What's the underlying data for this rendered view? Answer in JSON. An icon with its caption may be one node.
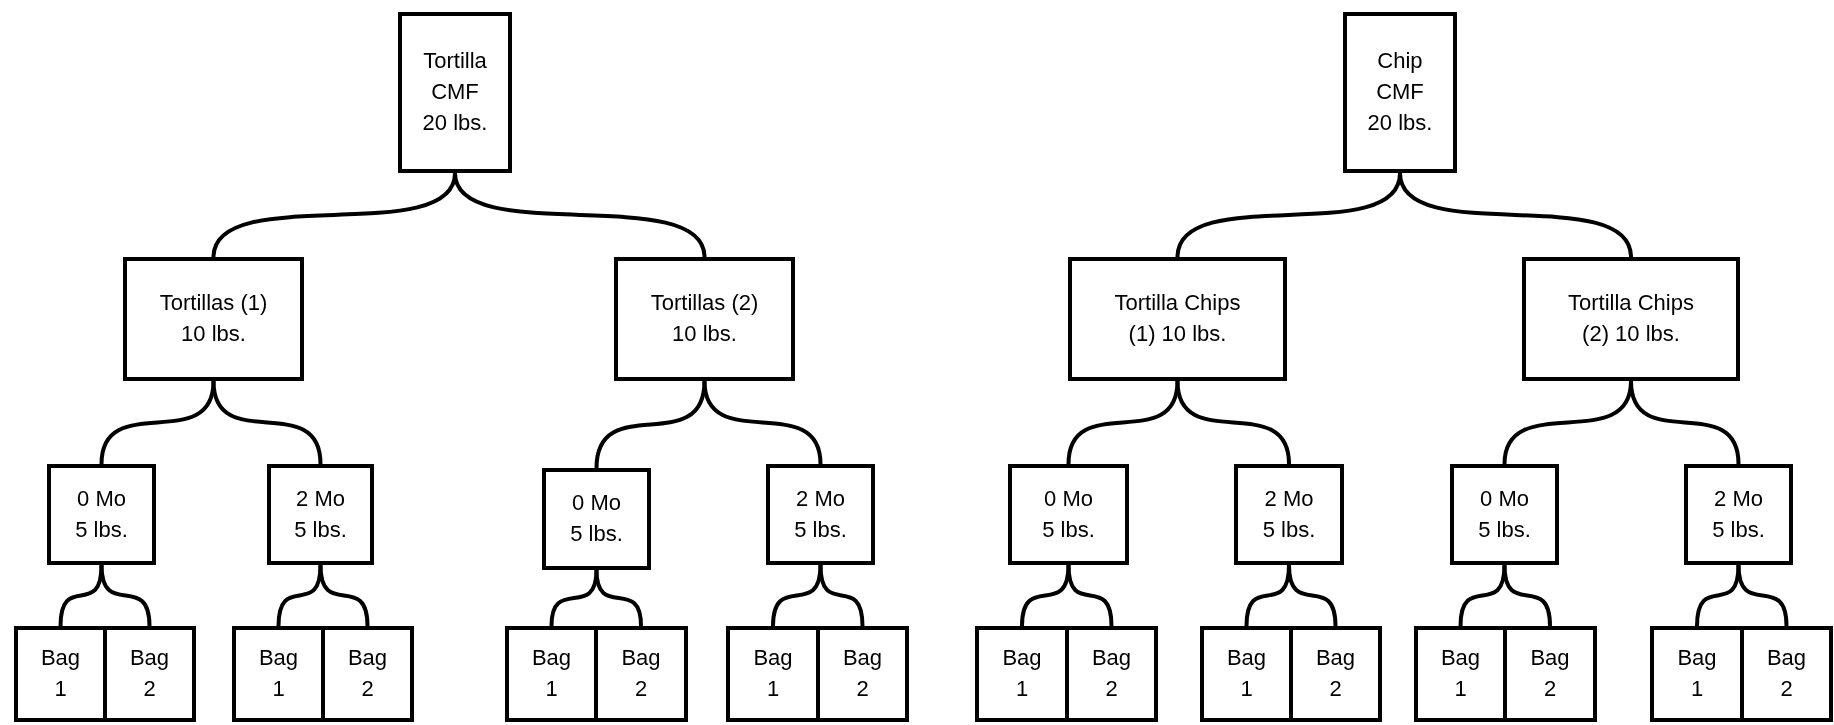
{
  "diagram": {
    "nodes": [
      {
        "text": [
          "Tortilla CMF 20 lbs."
        ]
      },
      {
        "text": [
          "Tortillas (1) 10 lbs."
        ]
      },
      {
        "text": [
          "Tortillas (2) 10 lbs."
        ]
      },
      {
        "text": [
          "0 Mo 5 lbs."
        ]
      },
      {
        "text": [
          "2 Mo 5 lbs."
        ]
      },
      {
        "text": [
          "0 Mo 5 lbs."
        ]
      },
      {
        "text": [
          "2 Mo 5 lbs."
        ]
      },
      {
        "text": [
          "Bag 1"
        ]
      },
      {
        "text": [
          "Bag 2"
        ]
      },
      {
        "text": [
          "Bag 1"
        ]
      },
      {
        "text": [
          "Bag 2"
        ]
      },
      {
        "text": [
          "Bag 1"
        ]
      },
      {
        "text": [
          "Bag 2"
        ]
      },
      {
        "text": [
          "Bag 1"
        ]
      },
      {
        "text": [
          "Bag 2"
        ]
      },
      {
        "text": [
          "Chip CMF 20 lbs."
        ]
      },
      {
        "text": [
          "Tortilla Chips (1) 10 lbs."
        ]
      },
      {
        "text": [
          "Tortilla Chips (2) 10 lbs."
        ]
      },
      {
        "text": [
          "0 Mo 5 lbs."
        ]
      },
      {
        "text": [
          "2 Mo 5 lbs."
        ]
      },
      {
        "text": [
          "0 Mo 5 lbs."
        ]
      },
      {
        "text": [
          "2 Mo 5 lbs."
        ]
      },
      {
        "text": [
          "Bag 1"
        ]
      },
      {
        "text": [
          "Bag 2"
        ]
      },
      {
        "text": [
          "Bag 1"
        ]
      },
      {
        "text": [
          "Bag 2"
        ]
      },
      {
        "text": [
          "Bag 1"
        ]
      },
      {
        "text": [
          "Bag 2"
        ]
      },
      {
        "text": [
          "Bag 1"
        ]
      },
      {
        "text": [
          "Bag 2"
        ]
      }
    ],
    "edges": [
      {
        "from": 0,
        "to": 1,
        "arrow": "none"
      },
      {
        "from": 0,
        "to": 2,
        "arrow": "none"
      },
      {
        "from": 1,
        "to": 3,
        "arrow": "none"
      },
      {
        "from": 1,
        "to": 4,
        "arrow": "none"
      },
      {
        "from": 2,
        "to": 5,
        "arrow": "none"
      },
      {
        "from": 2,
        "to": 6,
        "arrow": "none"
      },
      {
        "from": 3,
        "to": 7,
        "arrow": "none"
      },
      {
        "from": 3,
        "to": 8,
        "arrow": "none"
      },
      {
        "from": 4,
        "to": 9,
        "arrow": "none"
      },
      {
        "from": 4,
        "to": 10,
        "arrow": "none"
      },
      {
        "from": 5,
        "to": 11,
        "arrow": "none"
      },
      {
        "from": 5,
        "to": 12,
        "arrow": "none"
      },
      {
        "from": 6,
        "to": 13,
        "arrow": "none"
      },
      {
        "from": 6,
        "to": 14,
        "arrow": "none"
      },
      {
        "from": 15,
        "to": 16,
        "arrow": "none"
      },
      {
        "from": 15,
        "to": 17,
        "arrow": "none"
      },
      {
        "from": 16,
        "to": 18,
        "arrow": "none"
      },
      {
        "from": 16,
        "to": 19,
        "arrow": "none"
      },
      {
        "from": 17,
        "to": 20,
        "arrow": "none"
      },
      {
        "from": 17,
        "to": 21,
        "arrow": "none"
      },
      {
        "from": 18,
        "to": 22,
        "arrow": "none"
      },
      {
        "from": 18,
        "to": 23,
        "arrow": "none"
      },
      {
        "from": 19,
        "to": 24,
        "arrow": "none"
      },
      {
        "from": 19,
        "to": 25,
        "arrow": "none"
      },
      {
        "from": 20,
        "to": 26,
        "arrow": "none"
      },
      {
        "from": 20,
        "to": 27,
        "arrow": "none"
      },
      {
        "from": 21,
        "to": 28,
        "arrow": "none"
      },
      {
        "from": 21,
        "to": 29,
        "arrow": "none"
      }
    ]
  }
}
